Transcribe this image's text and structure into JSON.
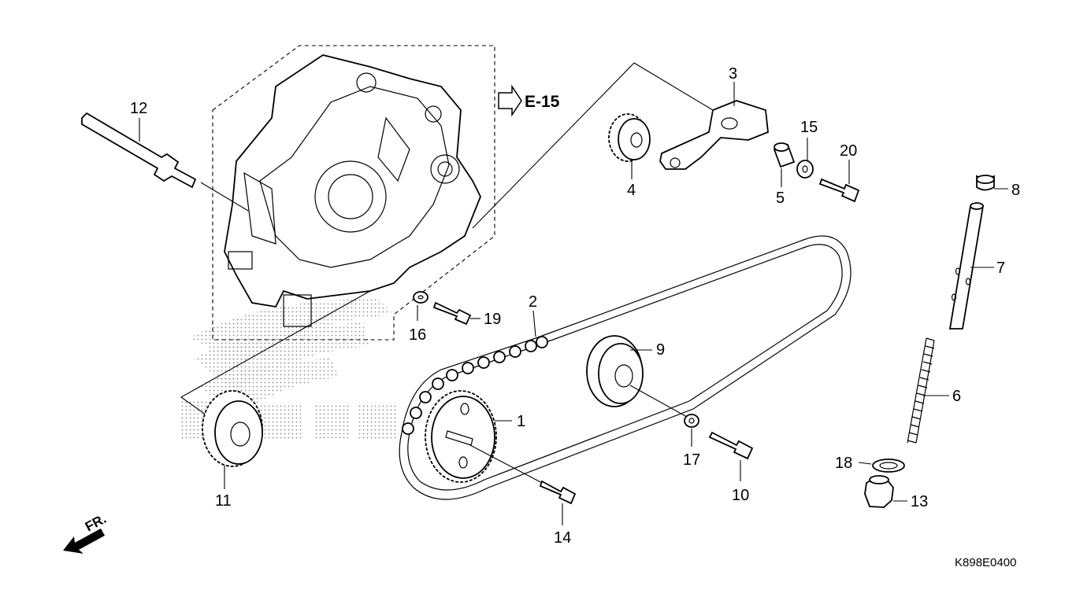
{
  "diagram": {
    "reference_arrow_label": "E-15",
    "front_arrow_label": "FR.",
    "diagram_code": "K898E0400",
    "callouts": [
      "1",
      "2",
      "3",
      "4",
      "5",
      "6",
      "7",
      "8",
      "9",
      "10",
      "11",
      "12",
      "13",
      "14",
      "15",
      "16",
      "17",
      "18",
      "19",
      "20"
    ]
  }
}
